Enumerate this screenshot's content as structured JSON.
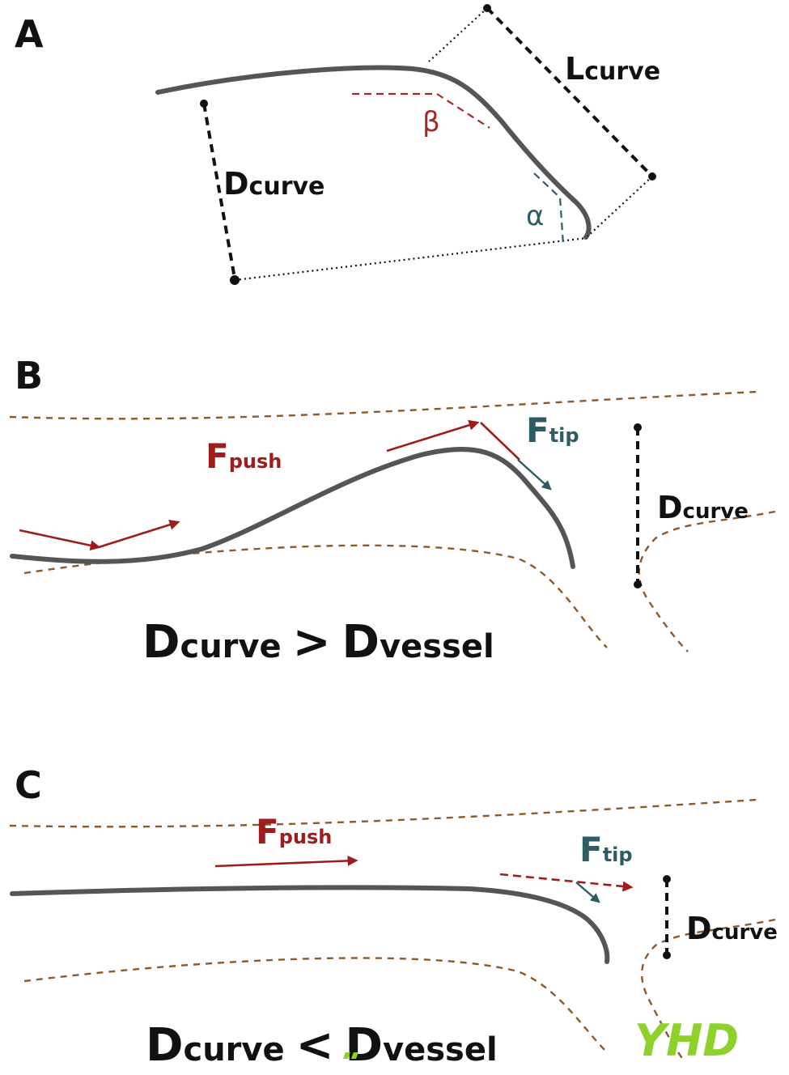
{
  "panels": {
    "a": {
      "letter": "A",
      "l_curve": {
        "main": "L",
        "sub": "curve"
      },
      "d_curve": {
        "main": "D",
        "sub": "curve"
      },
      "beta": "β",
      "alpha": "α"
    },
    "b": {
      "letter": "B",
      "f_push": {
        "main": "F",
        "sub": "push"
      },
      "f_tip": {
        "main": "F",
        "sub": "tip"
      },
      "d_curve": {
        "main": "D",
        "sub": "curve"
      },
      "comparison": {
        "lhs_main": "D",
        "lhs_sub": "curve",
        "op": ">",
        "rhs_main": "D",
        "rhs_sub": "vessel"
      }
    },
    "c": {
      "letter": "C",
      "f_push": {
        "main": "F",
        "sub": "push"
      },
      "f_tip": {
        "main": "F",
        "sub": "tip"
      },
      "d_curve": {
        "main": "D",
        "sub": "curve"
      },
      "comparison": {
        "lhs_main": "D",
        "lhs_sub": "curve",
        "op": "<",
        "rhs_main": "D",
        "rhs_sub": "vessel"
      }
    }
  },
  "logo": "YHD",
  "colors": {
    "wire": "#555555",
    "vessel": "#8b5a2b",
    "force_push": "#a01c1c",
    "force_tip": "#2e5c64",
    "logo": "#8fd12b"
  }
}
